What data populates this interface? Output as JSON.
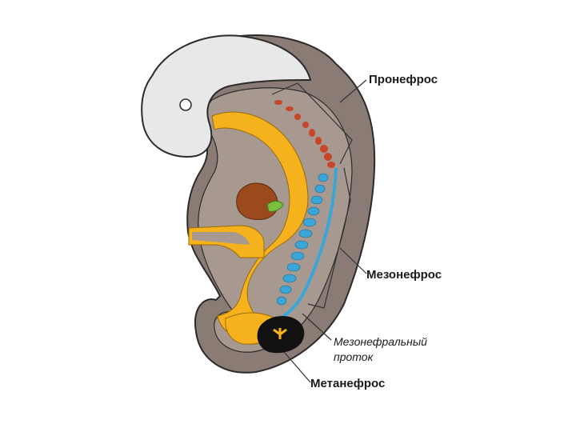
{
  "labels": {
    "pronephros": "Пронефрос",
    "mesonephros": "Мезонефрос",
    "mesonephric_duct_line1": "Мезонефральный",
    "mesonephric_duct_line2": "проток",
    "metanephros": "Метанефрос"
  },
  "colors": {
    "embryo_outline": "#2b2b2b",
    "outer_wall": "#8a7c74",
    "inner_cavity": "#a79990",
    "head_fill": "#e8e8e8",
    "yolk_yellow": "#f5b21c",
    "pronephros_red": "#c8452a",
    "mesonephros_blue": "#3aa6d8",
    "heart_brown": "#9a4a1c",
    "metanephros_black": "#111111",
    "green_bud": "#7bbf3a"
  }
}
